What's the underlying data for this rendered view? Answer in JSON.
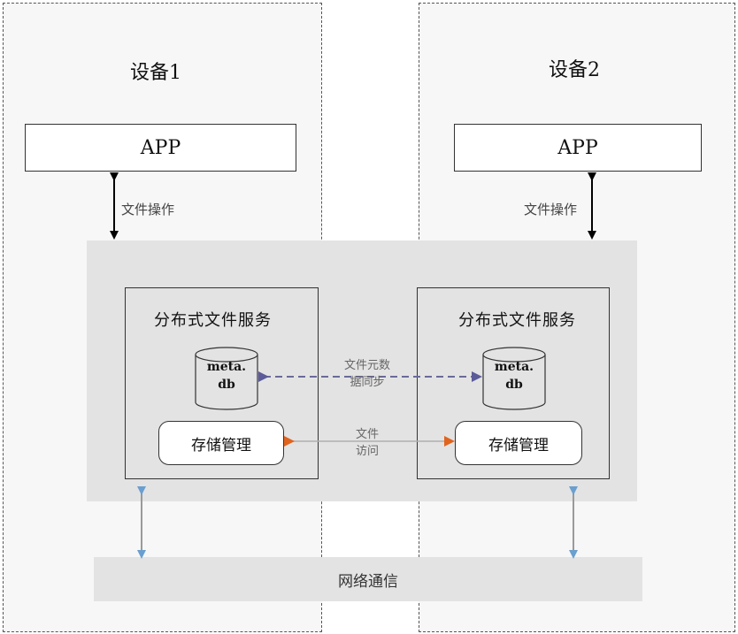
{
  "devices": [
    {
      "title": "设备1",
      "app": "APP",
      "file_op": "文件操作",
      "service": "分布式文件服务",
      "db": [
        "meta.",
        "db"
      ],
      "storage": "存储管理"
    },
    {
      "title": "设备2",
      "app": "APP",
      "file_op": "文件操作",
      "service": "分布式文件服务",
      "db": [
        "meta.",
        "db"
      ],
      "storage": "存储管理"
    }
  ],
  "links": {
    "metadata_sync": [
      "文件元数",
      "据同步"
    ],
    "file_access": [
      "文件",
      "访问"
    ]
  },
  "network": "网络通信",
  "colors": {
    "metadata_arrow": "#5b5b9a",
    "file_access_arrow": "#e0641e",
    "network_arrow": "#6a9fcf",
    "band": "#e3e3e3"
  }
}
